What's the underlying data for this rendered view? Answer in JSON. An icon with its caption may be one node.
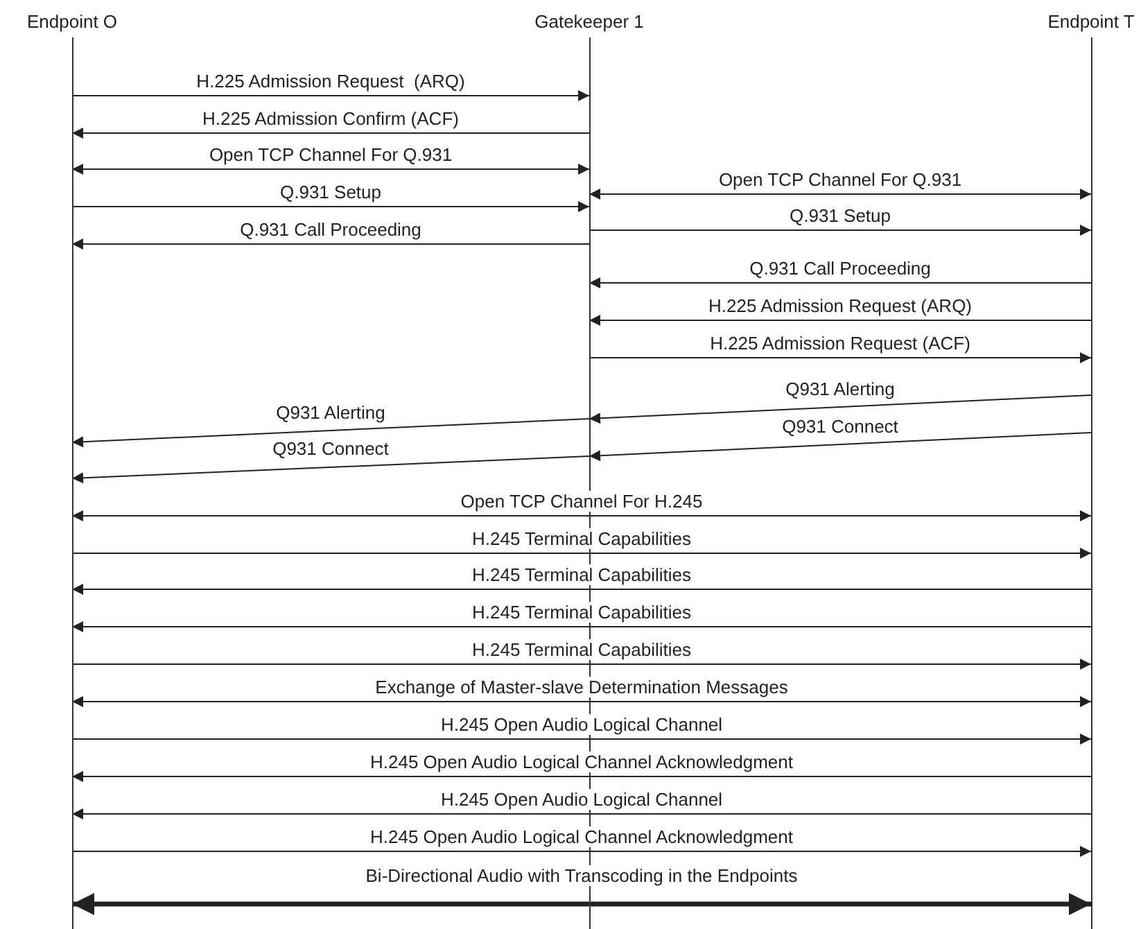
{
  "diagram": {
    "nodes": [
      {
        "text": [
          "Endpoint O"
        ]
      },
      {
        "text": [
          "Gatekeeper 1"
        ]
      },
      {
        "text": [
          "Endpoint T"
        ]
      }
    ],
    "edges": [
      {
        "from": 0,
        "to": 1,
        "arrow": "to",
        "label": "H.225 Admission Request  (ARQ)"
      },
      {
        "from": 1,
        "to": 0,
        "arrow": "to",
        "label": "H.225 Admission Confirm (ACF)"
      },
      {
        "from": 0,
        "to": 1,
        "arrow": "both",
        "label": "Open TCP Channel For Q.931"
      },
      {
        "from": 0,
        "to": 1,
        "arrow": "to",
        "label": "Q.931 Setup"
      },
      {
        "from": 1,
        "to": 2,
        "arrow": "both",
        "label": "Open TCP Channel For Q.931"
      },
      {
        "from": 1,
        "to": 2,
        "arrow": "to",
        "label": "Q.931 Setup"
      },
      {
        "from": 1,
        "to": 0,
        "arrow": "to",
        "label": "Q.931 Call Proceeding"
      },
      {
        "from": 2,
        "to": 1,
        "arrow": "to",
        "label": "Q.931 Call Proceeding"
      },
      {
        "from": 2,
        "to": 1,
        "arrow": "to",
        "label": "H.225 Admission Request (ARQ)"
      },
      {
        "from": 1,
        "to": 2,
        "arrow": "to",
        "label": "H.225 Admission Request (ACF)"
      },
      {
        "from": 2,
        "to": 1,
        "arrow": "to",
        "label": "Q931 Alerting"
      },
      {
        "from": 1,
        "to": 0,
        "arrow": "to",
        "label": "Q931 Alerting"
      },
      {
        "from": 2,
        "to": 1,
        "arrow": "to",
        "label": "Q931 Connect"
      },
      {
        "from": 1,
        "to": 0,
        "arrow": "to",
        "label": "Q931 Connect"
      },
      {
        "from": 0,
        "to": 2,
        "arrow": "both",
        "label": "Open TCP Channel For H.245"
      },
      {
        "from": 0,
        "to": 2,
        "arrow": "to",
        "label": "H.245 Terminal Capabilities"
      },
      {
        "from": 2,
        "to": 0,
        "arrow": "to",
        "label": "H.245 Terminal Capabilities"
      },
      {
        "from": 2,
        "to": 0,
        "arrow": "to",
        "label": "H.245 Terminal Capabilities"
      },
      {
        "from": 0,
        "to": 2,
        "arrow": "to",
        "label": "H.245 Terminal Capabilities"
      },
      {
        "from": 0,
        "to": 2,
        "arrow": "both",
        "label": "Exchange of Master-slave Determination Messages"
      },
      {
        "from": 0,
        "to": 2,
        "arrow": "to",
        "label": "H.245 Open Audio Logical Channel"
      },
      {
        "from": 2,
        "to": 0,
        "arrow": "to",
        "label": "H.245 Open Audio Logical Channel Acknowledgment"
      },
      {
        "from": 2,
        "to": 0,
        "arrow": "to",
        "label": "H.245 Open Audio Logical Channel"
      },
      {
        "from": 0,
        "to": 2,
        "arrow": "to",
        "label": "H.245 Open Audio Logical Channel Acknowledgment"
      },
      {
        "from": 0,
        "to": 2,
        "arrow": "both",
        "label": "Bi-Directional Audio with Transcoding in the Endpoints",
        "style": "thick"
      }
    ]
  }
}
